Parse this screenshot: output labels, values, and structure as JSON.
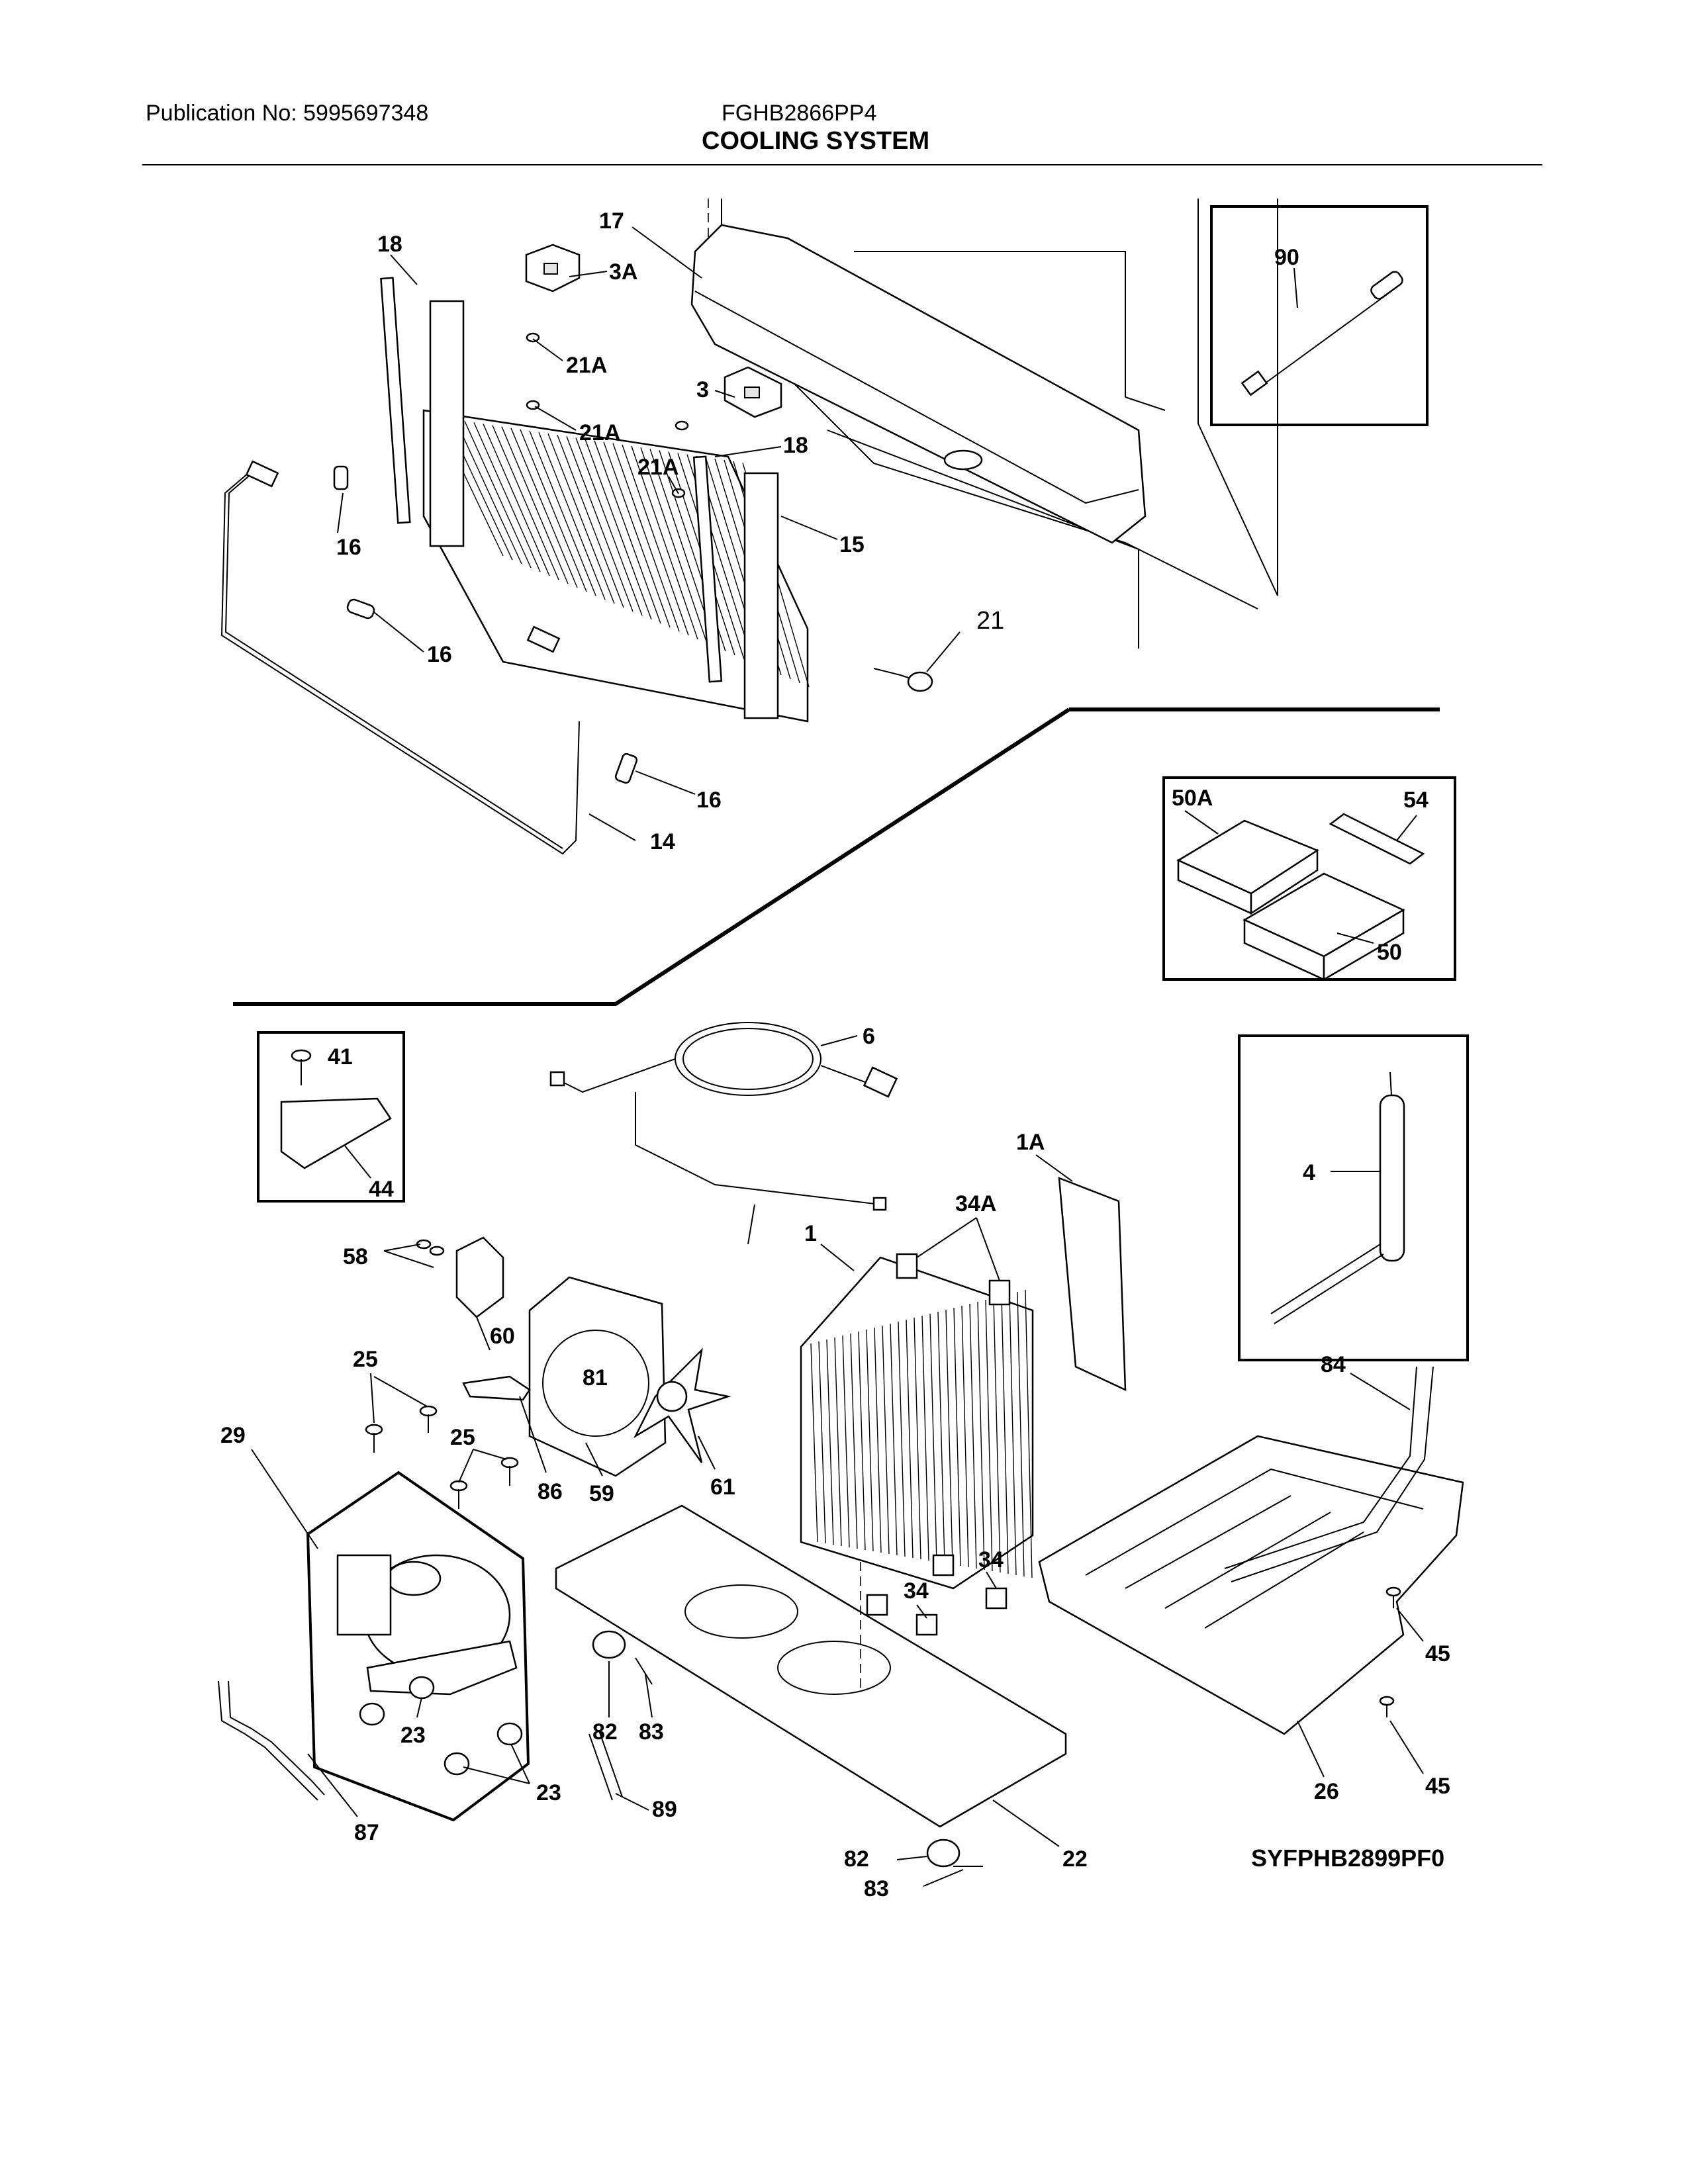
{
  "header": {
    "publication": "Publication No: 5995697348",
    "model": "FGHB2866PP4",
    "title": "COOLING SYSTEM"
  },
  "labels": {
    "l18a": "18",
    "l3A": "3A",
    "l17": "17",
    "l90": "90",
    "l21Aa": "21A",
    "l3": "3",
    "l21Ab": "21A",
    "l18b": "18",
    "l21Ac": "21A",
    "l16a": "16",
    "l15": "15",
    "l21": "21",
    "l16b": "16",
    "l16c": "16",
    "l14": "14",
    "l50A": "50A",
    "l54": "54",
    "l50": "50",
    "l41": "41",
    "l44": "44",
    "l6": "6",
    "l4": "4",
    "l1A": "1A",
    "l34A": "34A",
    "l1": "1",
    "l58": "58",
    "l60": "60",
    "l81": "81",
    "l25a": "25",
    "l25b": "25",
    "l29": "29",
    "l86": "86",
    "l59": "59",
    "l61": "61",
    "l84": "84",
    "l34a": "34",
    "l34b": "34",
    "l45a": "45",
    "l45b": "45",
    "l23a": "23",
    "l23b": "23",
    "l82a": "82",
    "l83a": "83",
    "l89": "89",
    "l87": "87",
    "l82b": "82",
    "l83b": "83",
    "l22": "22",
    "l26": "26"
  },
  "drawing_code": "SYFPHB2899PF0"
}
